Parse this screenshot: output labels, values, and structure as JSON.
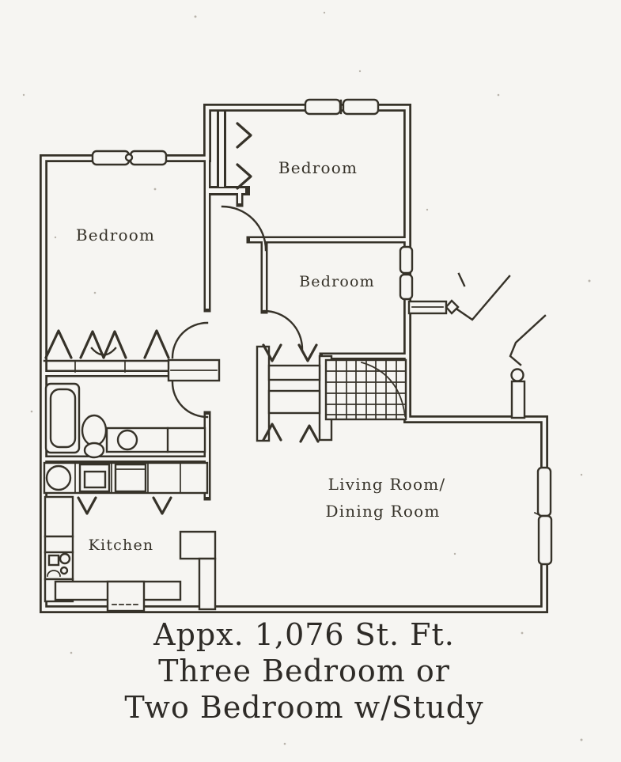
{
  "page": {
    "paper": "#f6f5f2",
    "ink": "#363229"
  },
  "floorplan": {
    "labels": {
      "bedroom_left": "Bedroom",
      "bedroom_top": "Bedroom",
      "bedroom_middle": "Bedroom",
      "living_line1": "Living Room/",
      "living_line2": "Dining Room",
      "kitchen": "Kitchen"
    }
  },
  "caption": {
    "line1": "Appx. 1,076 St. Ft.",
    "line2": "Three Bedroom or",
    "line3": "Two Bedroom w/Study"
  }
}
